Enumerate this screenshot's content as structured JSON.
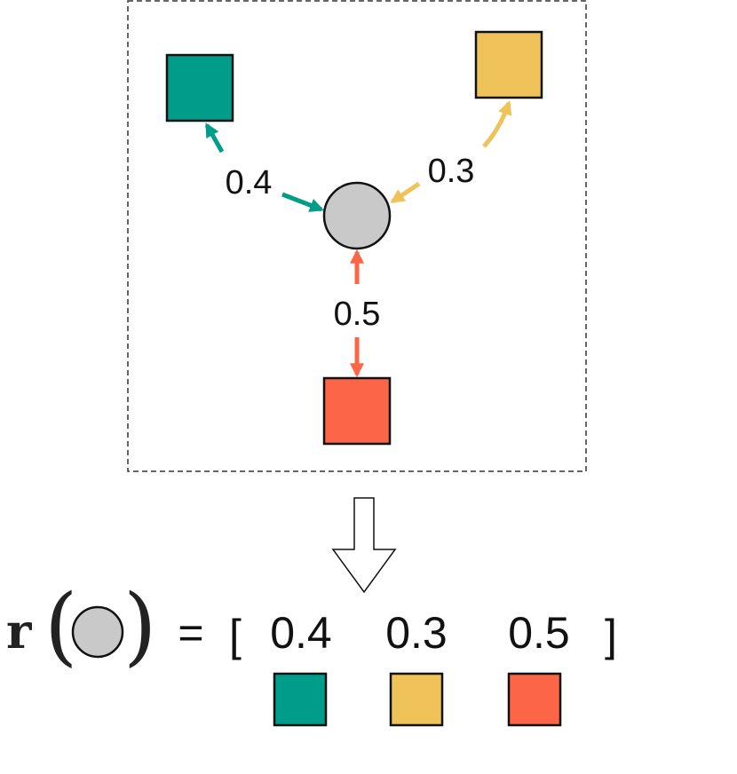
{
  "colors": {
    "teal": "#009E8A",
    "yellow": "#F0C35A",
    "orange": "#FC6647",
    "center_node": "#C9C9C9"
  },
  "edges": {
    "teal_weight": "0.4",
    "yellow_weight": "0.3",
    "orange_weight": "0.5"
  },
  "representation": {
    "function_name": "r",
    "equals": "=",
    "open_bracket": "[",
    "close_bracket": "]",
    "values": [
      "0.4",
      "0.3",
      "0.5"
    ]
  }
}
